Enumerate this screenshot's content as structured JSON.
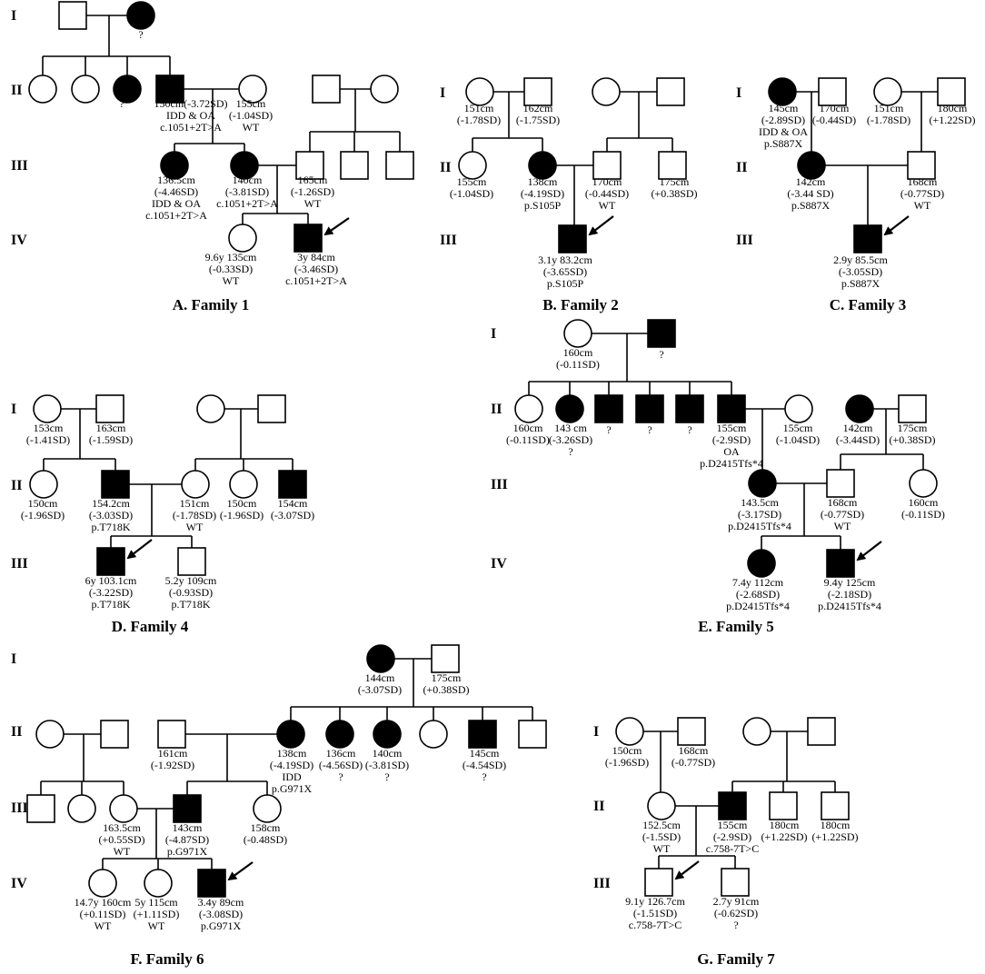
{
  "generations": [
    "I",
    "II",
    "III",
    "IV"
  ],
  "families": [
    {
      "caption": "A. Family 1",
      "rows": [
        "I",
        "II",
        "III",
        "IV"
      ],
      "members": [
        {
          "id": "A-I-1",
          "sex": "M",
          "affected": false,
          "labels": []
        },
        {
          "id": "A-I-2",
          "sex": "F",
          "affected": true,
          "labels": [
            "?"
          ]
        },
        {
          "id": "A-II-1",
          "sex": "F",
          "affected": false,
          "labels": []
        },
        {
          "id": "A-II-2",
          "sex": "F",
          "affected": false,
          "labels": []
        },
        {
          "id": "A-II-3",
          "sex": "F",
          "affected": true,
          "labels": [
            "?"
          ]
        },
        {
          "id": "A-II-4",
          "sex": "M",
          "affected": true,
          "labels": [
            "150cm(-3.72SD)",
            "IDD & OA",
            "c.1051+2T>A"
          ]
        },
        {
          "id": "A-II-5",
          "sex": "F",
          "affected": false,
          "labels": [
            "155cm",
            "(-1.04SD)",
            "WT"
          ]
        },
        {
          "id": "A-II-6",
          "sex": "M",
          "affected": false,
          "labels": []
        },
        {
          "id": "A-II-7",
          "sex": "F",
          "affected": false,
          "labels": []
        },
        {
          "id": "A-III-1",
          "sex": "F",
          "affected": true,
          "labels": [
            "136.5cm",
            "(-4.46SD)",
            "IDD & OA",
            "c.1051+2T>A"
          ]
        },
        {
          "id": "A-III-2",
          "sex": "F",
          "affected": true,
          "labels": [
            "140cm",
            "(-3.81SD)",
            "c.1051+2T>A"
          ]
        },
        {
          "id": "A-III-3",
          "sex": "M",
          "affected": false,
          "labels": [
            "165cm",
            "(-1.26SD)",
            "WT"
          ]
        },
        {
          "id": "A-III-4",
          "sex": "M",
          "affected": false,
          "labels": []
        },
        {
          "id": "A-III-5",
          "sex": "M",
          "affected": false,
          "labels": []
        },
        {
          "id": "A-IV-1",
          "sex": "F",
          "affected": false,
          "labels": [
            "9.6y  135cm",
            "(-0.33SD)",
            "WT"
          ]
        },
        {
          "id": "A-IV-2",
          "sex": "M",
          "affected": true,
          "proband": true,
          "labels": [
            "3y  84cm",
            "(-3.46SD)",
            "c.1051+2T>A"
          ]
        }
      ]
    },
    {
      "caption": "B. Family 2",
      "rows": [
        "I",
        "II",
        "III"
      ],
      "members": [
        {
          "id": "B-I-1",
          "sex": "F",
          "affected": false,
          "labels": [
            "151cm",
            "(-1.78SD)"
          ]
        },
        {
          "id": "B-I-2",
          "sex": "M",
          "affected": false,
          "labels": [
            "162cm",
            "(-1.75SD)"
          ]
        },
        {
          "id": "B-I-3",
          "sex": "F",
          "affected": false,
          "labels": []
        },
        {
          "id": "B-I-4",
          "sex": "M",
          "affected": false,
          "labels": []
        },
        {
          "id": "B-II-1",
          "sex": "F",
          "affected": false,
          "labels": [
            "155cm",
            "(-1.04SD)"
          ]
        },
        {
          "id": "B-II-2",
          "sex": "F",
          "affected": true,
          "labels": [
            "138cm",
            "(-4.19SD)",
            "p.S105P"
          ]
        },
        {
          "id": "B-II-3",
          "sex": "M",
          "affected": false,
          "labels": [
            "170cm",
            "(-0.44SD)",
            "WT"
          ]
        },
        {
          "id": "B-II-4",
          "sex": "M",
          "affected": false,
          "labels": [
            "175cm",
            "(+0.38SD)"
          ]
        },
        {
          "id": "B-III-1",
          "sex": "M",
          "affected": true,
          "proband": true,
          "labels": [
            "3.1y  83.2cm",
            "(-3.65SD)",
            "p.S105P"
          ]
        }
      ]
    },
    {
      "caption": "C. Family 3",
      "rows": [
        "I",
        "II",
        "III"
      ],
      "members": [
        {
          "id": "C-I-1",
          "sex": "F",
          "affected": true,
          "labels": [
            "145cm",
            "(-2.89SD)",
            "IDD & OA",
            "p.S887X"
          ]
        },
        {
          "id": "C-I-2",
          "sex": "M",
          "affected": false,
          "labels": [
            "170cm",
            "(-0.44SD)"
          ]
        },
        {
          "id": "C-I-3",
          "sex": "F",
          "affected": false,
          "labels": [
            "151cm",
            "(-1.78SD)"
          ]
        },
        {
          "id": "C-I-4",
          "sex": "M",
          "affected": false,
          "labels": [
            "180cm",
            "(+1.22SD)"
          ]
        },
        {
          "id": "C-II-1",
          "sex": "F",
          "affected": true,
          "labels": [
            "142cm",
            "(-3.44 SD)",
            "p.S887X"
          ]
        },
        {
          "id": "C-II-2",
          "sex": "M",
          "affected": false,
          "labels": [
            "168cm",
            "(-0.77SD)",
            "WT"
          ]
        },
        {
          "id": "C-III-1",
          "sex": "M",
          "affected": true,
          "proband": true,
          "labels": [
            "2.9y  85.5cm",
            "(-3.05SD)",
            "p.S887X"
          ]
        }
      ]
    },
    {
      "caption": "D. Family 4",
      "rows": [
        "I",
        "II",
        "III"
      ],
      "members": [
        {
          "id": "D-I-1",
          "sex": "F",
          "affected": false,
          "labels": [
            "153cm",
            "(-1.41SD)"
          ]
        },
        {
          "id": "D-I-2",
          "sex": "M",
          "affected": false,
          "labels": [
            "163cm",
            "(-1.59SD)"
          ]
        },
        {
          "id": "D-I-3",
          "sex": "F",
          "affected": false,
          "labels": []
        },
        {
          "id": "D-I-4",
          "sex": "M",
          "affected": false,
          "labels": []
        },
        {
          "id": "D-II-1",
          "sex": "F",
          "affected": false,
          "labels": [
            "150cm",
            "(-1.96SD)"
          ]
        },
        {
          "id": "D-II-2",
          "sex": "M",
          "affected": true,
          "labels": [
            "154.2cm",
            "(-3.03SD)",
            "p.T718K"
          ]
        },
        {
          "id": "D-II-3",
          "sex": "F",
          "affected": false,
          "labels": [
            "151cm",
            "(-1.78SD)",
            "WT"
          ]
        },
        {
          "id": "D-II-4",
          "sex": "F",
          "affected": false,
          "labels": [
            "150cm",
            "(-1.96SD)"
          ]
        },
        {
          "id": "D-II-5",
          "sex": "M",
          "affected": true,
          "labels": [
            "154cm",
            "(-3.07SD)"
          ]
        },
        {
          "id": "D-III-1",
          "sex": "M",
          "affected": true,
          "proband": true,
          "labels": [
            "6y  103.1cm",
            "(-3.22SD)",
            "p.T718K"
          ]
        },
        {
          "id": "D-III-2",
          "sex": "M",
          "affected": false,
          "labels": [
            "5.2y  109cm",
            "(-0.93SD)",
            "p.T718K"
          ]
        }
      ]
    },
    {
      "caption": "E. Family 5",
      "rows": [
        "I",
        "II",
        "III",
        "IV"
      ],
      "members": [
        {
          "id": "E-I-1",
          "sex": "F",
          "affected": false,
          "labels": [
            "160cm",
            "(-0.11SD)"
          ]
        },
        {
          "id": "E-I-2",
          "sex": "M",
          "affected": true,
          "labels": [
            "?"
          ]
        },
        {
          "id": "E-II-1",
          "sex": "F",
          "affected": false,
          "labels": [
            "160cm",
            "(-0.11SD)"
          ]
        },
        {
          "id": "E-II-2",
          "sex": "F",
          "affected": true,
          "labels": [
            "143 cm",
            "(-3.26SD)",
            "?"
          ]
        },
        {
          "id": "E-II-3",
          "sex": "M",
          "affected": true,
          "labels": [
            "?"
          ]
        },
        {
          "id": "E-II-4",
          "sex": "M",
          "affected": true,
          "labels": [
            "?"
          ]
        },
        {
          "id": "E-II-5",
          "sex": "M",
          "affected": true,
          "labels": [
            "?"
          ]
        },
        {
          "id": "E-II-6",
          "sex": "M",
          "affected": true,
          "labels": [
            "155cm",
            "(-2.9SD)",
            "OA",
            "p.D2415Tfs*4"
          ]
        },
        {
          "id": "E-II-7",
          "sex": "F",
          "affected": false,
          "labels": [
            "155cm",
            "(-1.04SD)"
          ]
        },
        {
          "id": "E-II-8",
          "sex": "F",
          "affected": true,
          "labels": [
            "142cm",
            "(-3.44SD)"
          ]
        },
        {
          "id": "E-II-9",
          "sex": "M",
          "affected": false,
          "labels": [
            "175cm",
            "(+0.38SD)"
          ]
        },
        {
          "id": "E-III-1",
          "sex": "F",
          "affected": true,
          "labels": [
            "143.5cm",
            "(-3.17SD)",
            "p.D2415Tfs*4"
          ]
        },
        {
          "id": "E-III-2",
          "sex": "M",
          "affected": false,
          "labels": [
            "168cm",
            "(-0.77SD)",
            "WT"
          ]
        },
        {
          "id": "E-III-3",
          "sex": "F",
          "affected": false,
          "labels": [
            "160cm",
            "(-0.11SD)"
          ]
        },
        {
          "id": "E-IV-1",
          "sex": "F",
          "affected": true,
          "labels": [
            "7.4y  112cm",
            "(-2.68SD)",
            "p.D2415Tfs*4"
          ]
        },
        {
          "id": "E-IV-2",
          "sex": "M",
          "affected": true,
          "proband": true,
          "labels": [
            "9.4y  125cm",
            "(-2.18SD)",
            "p.D2415Tfs*4"
          ]
        }
      ]
    },
    {
      "caption": "F. Family 6",
      "rows": [
        "I",
        "II",
        "III",
        "IV"
      ],
      "members": [
        {
          "id": "F-I-1",
          "sex": "F",
          "affected": true,
          "labels": [
            "144cm",
            "(-3.07SD)"
          ]
        },
        {
          "id": "F-I-2",
          "sex": "M",
          "affected": false,
          "labels": [
            "175cm",
            "(+0.38SD)"
          ]
        },
        {
          "id": "F-II-1",
          "sex": "F",
          "affected": false,
          "labels": []
        },
        {
          "id": "F-II-2",
          "sex": "M",
          "affected": false,
          "labels": []
        },
        {
          "id": "F-II-3",
          "sex": "M",
          "affected": false,
          "labels": [
            "161cm",
            "(-1.92SD)"
          ]
        },
        {
          "id": "F-II-4",
          "sex": "F",
          "affected": true,
          "labels": [
            "138cm",
            "(-4.19SD)",
            "IDD",
            "p.G971X"
          ]
        },
        {
          "id": "F-II-5",
          "sex": "F",
          "affected": true,
          "labels": [
            "136cm",
            "(-4.56SD)",
            "?"
          ]
        },
        {
          "id": "F-II-6",
          "sex": "F",
          "affected": true,
          "labels": [
            "140cm",
            "(-3.81SD)",
            "?"
          ]
        },
        {
          "id": "F-II-7",
          "sex": "F",
          "affected": false,
          "labels": []
        },
        {
          "id": "F-II-8",
          "sex": "M",
          "affected": true,
          "labels": [
            "145cm",
            "(-4.54SD)",
            "?"
          ]
        },
        {
          "id": "F-II-9",
          "sex": "M",
          "affected": false,
          "labels": []
        },
        {
          "id": "F-III-1",
          "sex": "M",
          "affected": false,
          "labels": []
        },
        {
          "id": "F-III-2",
          "sex": "F",
          "affected": false,
          "labels": []
        },
        {
          "id": "F-III-3",
          "sex": "F",
          "affected": false,
          "labels": [
            "163.5cm",
            "(+0.55SD)",
            "WT"
          ]
        },
        {
          "id": "F-III-4",
          "sex": "M",
          "affected": true,
          "labels": [
            "143cm",
            "(-4.87SD)",
            "p.G971X"
          ]
        },
        {
          "id": "F-III-5",
          "sex": "F",
          "affected": false,
          "labels": [
            "158cm",
            "(-0.48SD)"
          ]
        },
        {
          "id": "F-IV-1",
          "sex": "F",
          "affected": false,
          "labels": [
            "14.7y  160cm",
            "(+0.11SD)",
            "WT"
          ]
        },
        {
          "id": "F-IV-2",
          "sex": "F",
          "affected": false,
          "labels": [
            "5y  115cm",
            "(+1.11SD)",
            "WT"
          ]
        },
        {
          "id": "F-IV-3",
          "sex": "M",
          "affected": true,
          "proband": true,
          "labels": [
            "3.4y  89cm",
            "(-3.08SD)",
            "p.G971X"
          ]
        }
      ]
    },
    {
      "caption": "G. Family 7",
      "rows": [
        "I",
        "II",
        "III"
      ],
      "members": [
        {
          "id": "G-I-1",
          "sex": "F",
          "affected": false,
          "labels": [
            "150cm",
            "(-1.96SD)"
          ]
        },
        {
          "id": "G-I-2",
          "sex": "M",
          "affected": false,
          "labels": [
            "168cm",
            "(-0.77SD)"
          ]
        },
        {
          "id": "G-I-3",
          "sex": "F",
          "affected": false,
          "labels": []
        },
        {
          "id": "G-I-4",
          "sex": "M",
          "affected": false,
          "labels": []
        },
        {
          "id": "G-II-1",
          "sex": "F",
          "affected": false,
          "labels": [
            "152.5cm",
            "(-1.5SD)",
            "WT"
          ]
        },
        {
          "id": "G-II-2",
          "sex": "M",
          "affected": true,
          "labels": [
            "155cm",
            "(-2.9SD)",
            "c.758-7T>C"
          ]
        },
        {
          "id": "G-II-3",
          "sex": "M",
          "affected": false,
          "labels": [
            "180cm",
            "(+1.22SD)"
          ]
        },
        {
          "id": "G-II-4",
          "sex": "M",
          "affected": false,
          "labels": [
            "180cm",
            "(+1.22SD)"
          ]
        },
        {
          "id": "G-III-1",
          "sex": "M",
          "affected": false,
          "proband": true,
          "labels": [
            "9.1y  126.7cm",
            "(-1.51SD)",
            "c.758-7T>C"
          ]
        },
        {
          "id": "G-III-2",
          "sex": "M",
          "affected": false,
          "labels": [
            "2.7y  91cm",
            "(-0.62SD)",
            "?"
          ]
        }
      ]
    }
  ]
}
